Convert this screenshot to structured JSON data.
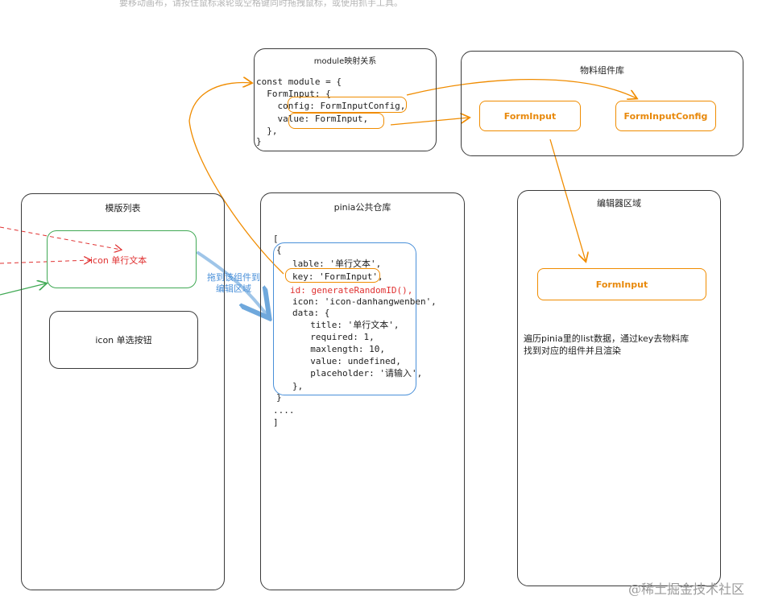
{
  "top_hint": "要移动画布，请按住鼠标滚轮或空格键同时拖拽鼠标，或使用抓手工具。",
  "module_box": {
    "title": "module映射关系",
    "lines": [
      "const module = {",
      "  FormInput: {",
      "    config: FormInputConfig,",
      "    value: FormInput,",
      "  },",
      "}"
    ]
  },
  "library_box": {
    "title": "物料组件库",
    "items": [
      "FormInput",
      "FormInputConfig"
    ]
  },
  "template_box": {
    "title": "模版列表",
    "items": [
      "icon 单行文本",
      "icon 单选按钮"
    ]
  },
  "drag_label": "拖到该组件到\n编辑区域",
  "pinia_box": {
    "title": "pinia公共仓库",
    "open": "[",
    "obj_open": "{",
    "lines": [
      "lable: '单行文本',",
      "key: 'FormInput',",
      "id: generateRandomID(),",
      "icon: 'icon-danhangwenben',",
      "data: {",
      "  title: '单行文本',",
      "  required: 1,",
      "  maxlength: 10,",
      "  value: undefined,",
      "  placeholder: '请输入',",
      "},"
    ],
    "obj_close": "}",
    "ellipsis": "....",
    "close": "]"
  },
  "editor_box": {
    "title": "编辑器区域",
    "item": "FormInput",
    "desc": "遍历pinia里的list数据，通过key去物料库\n找到对应的组件并且渲染"
  },
  "watermark": "@稀土掘金技术社区",
  "colors": {
    "orange": "#f08c00",
    "green": "#40a954",
    "blue": "#4a90d9",
    "red": "#e03131"
  }
}
